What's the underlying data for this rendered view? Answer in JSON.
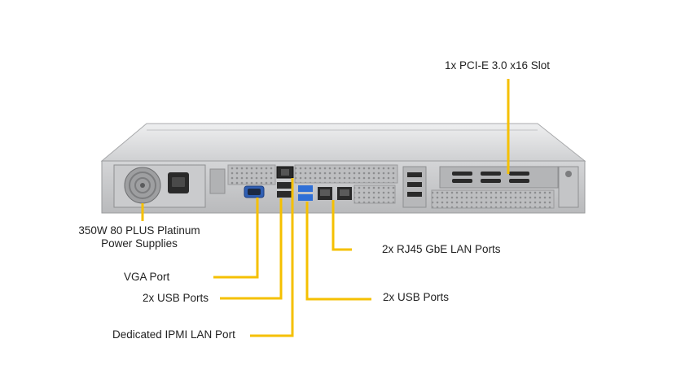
{
  "diagram": {
    "labels": {
      "pcie_slot": "1x PCI-E 3.0 x16 Slot",
      "psu_line1": "350W 80 PLUS Platinum",
      "psu_line2": "Power Supplies",
      "rj45": "2x RJ45 GbE LAN Ports",
      "vga": "VGA Port",
      "usb_left": "2x USB Ports",
      "usb_right": "2x USB Ports",
      "ipmi": "Dedicated IPMI  LAN Port"
    },
    "colors": {
      "leader_line": "#f5c000",
      "chassis_top": "#d8d9db",
      "chassis_panel": "#c9cacc",
      "port_dark": "#2a2a2a",
      "usb_blue": "#2f6fd6",
      "text": "#222222"
    }
  }
}
